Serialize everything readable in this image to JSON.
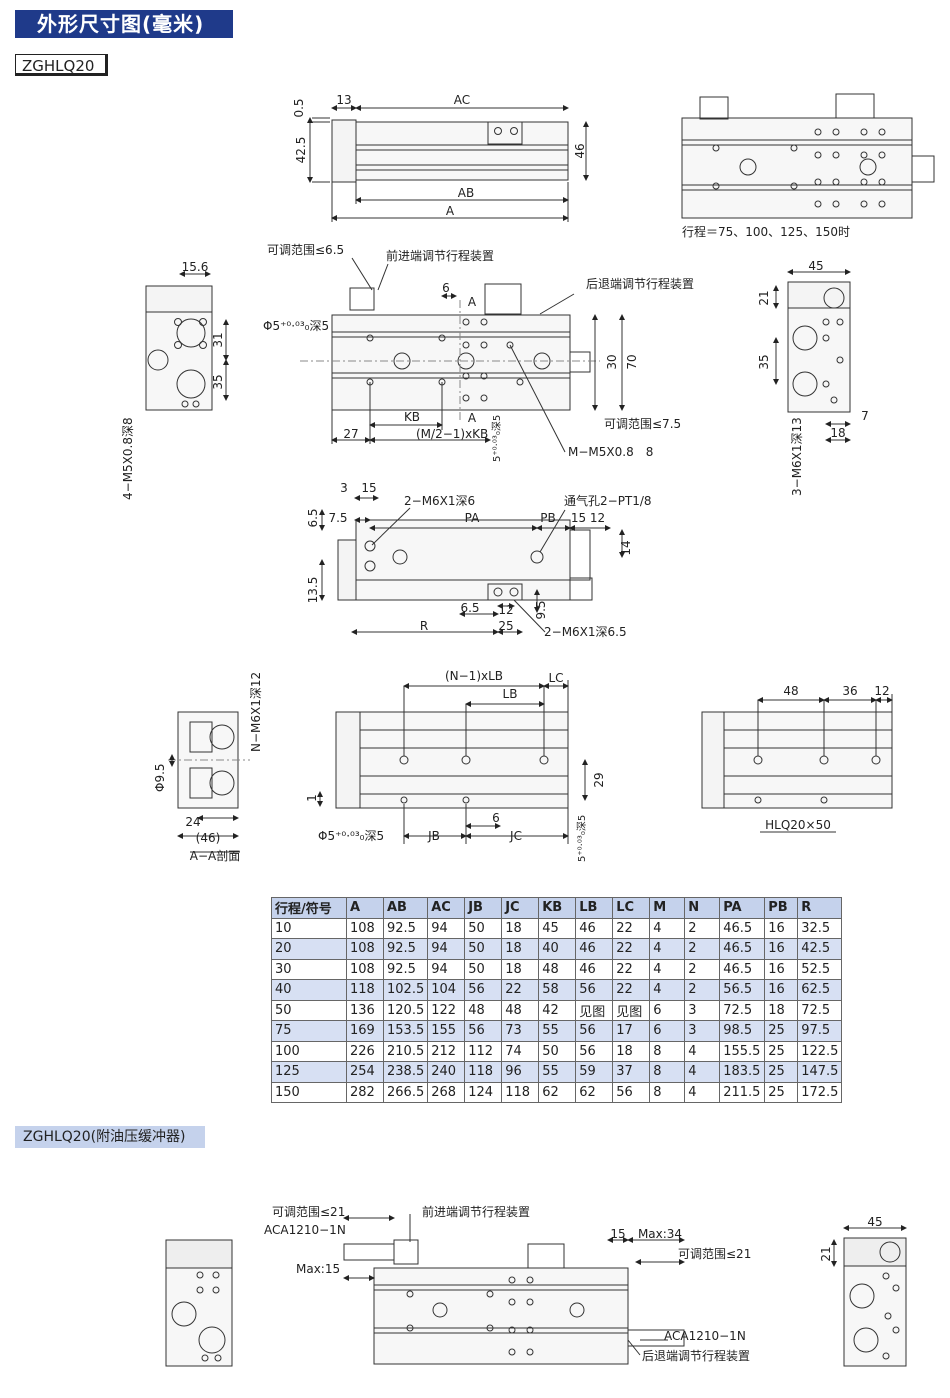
{
  "header": {
    "title": "外形尺寸图(毫米)",
    "model": "ZGHLQ20"
  },
  "section2": {
    "title": "ZGHLQ20(附油压缓冲器)"
  },
  "dims": {
    "top": {
      "d05": "0.5",
      "d13": "13",
      "ac": "AC",
      "d425": "42.5",
      "d46": "46",
      "ab": "AB",
      "a": "A",
      "note": "行程＝75、100、125、150时"
    },
    "mid": {
      "adj65": "可调范围≤6.5",
      "front": "前进端调节行程装置",
      "rear": "后退端调节行程装置",
      "d156": "15.6",
      "d6": "6",
      "aa1": "A",
      "aa2": "A",
      "hole": "Φ5⁺⁰·⁰³₀深5",
      "d31": "31",
      "d35": "35",
      "d30": "30",
      "d70": "70",
      "kb": "KB",
      "d27": "27",
      "mkb": "(M/2−1)xKB",
      "adj75": "可调范围≤7.5",
      "m5": "M−M5X0.8　8",
      "deep5": "5⁺⁰·⁰³₀深5",
      "m5s": "4−M5X0.8深8",
      "d45": "45",
      "d21": "21",
      "d35r": "35",
      "d7": "7",
      "d18": "18",
      "m6s": "3−M6X1深13"
    },
    "low": {
      "d3": "3",
      "d15": "15",
      "m6a": "2−M6X1深6",
      "vent": "通气孔2−PT1/8",
      "d65": "6.5",
      "d75": "7.5",
      "pa": "PA",
      "pb": "PB",
      "d1512": "15 12",
      "d14": "14",
      "d135": "13.5",
      "d65b": "6.5",
      "d12": "12",
      "d95": "9.5",
      "r": "R",
      "d25": "25",
      "m6b": "2−M6X1深6.5"
    },
    "bot": {
      "nlb": "(N−1)xLB",
      "lb": "LB",
      "lc": "LC",
      "nm6": "N−M6X1深12",
      "phi95": "Φ9.5",
      "d24": "24",
      "d46p": "(46)",
      "aa": "A−A剖面",
      "d1": "1",
      "hole": "Φ5⁺⁰·⁰³₀深5",
      "d6": "6",
      "jb": "JB",
      "jc": "JC",
      "d29": "29",
      "deep5": "5⁺⁰·⁰³₀深5",
      "d48": "48",
      "d36": "36",
      "d12": "12",
      "hlq": "HLQ20×50"
    },
    "buf": {
      "adj21": "可调范围≤21",
      "aca1": "ACA1210−1N",
      "front": "前进端调节行程装置",
      "max15": "Max:15",
      "d15": "15",
      "max34": "Max:34",
      "adj21b": "可调范围≤21",
      "aca2": "ACA1210−1N",
      "rear": "后退端调节行程装置",
      "d45": "45",
      "d21": "21"
    }
  },
  "table": {
    "headers": [
      "行程/符号",
      "A",
      "AB",
      "AC",
      "JB",
      "JC",
      "KB",
      "LB",
      "LC",
      "M",
      "N",
      "PA",
      "PB",
      "R"
    ],
    "rows": [
      [
        "10",
        "108",
        "92.5",
        "94",
        "50",
        "18",
        "45",
        "46",
        "22",
        "4",
        "2",
        "46.5",
        "16",
        "32.5"
      ],
      [
        "20",
        "108",
        "92.5",
        "94",
        "50",
        "18",
        "40",
        "46",
        "22",
        "4",
        "2",
        "46.5",
        "16",
        "42.5"
      ],
      [
        "30",
        "108",
        "92.5",
        "94",
        "50",
        "18",
        "48",
        "46",
        "22",
        "4",
        "2",
        "46.5",
        "16",
        "52.5"
      ],
      [
        "40",
        "118",
        "102.5",
        "104",
        "56",
        "22",
        "58",
        "56",
        "22",
        "4",
        "2",
        "56.5",
        "16",
        "62.5"
      ],
      [
        "50",
        "136",
        "120.5",
        "122",
        "48",
        "48",
        "42",
        "见图",
        "见图",
        "6",
        "3",
        "72.5",
        "18",
        "72.5"
      ],
      [
        "75",
        "169",
        "153.5",
        "155",
        "56",
        "73",
        "55",
        "56",
        "17",
        "6",
        "3",
        "98.5",
        "25",
        "97.5"
      ],
      [
        "100",
        "226",
        "210.5",
        "212",
        "112",
        "74",
        "50",
        "56",
        "18",
        "8",
        "4",
        "155.5",
        "25",
        "122.5"
      ],
      [
        "125",
        "254",
        "238.5",
        "240",
        "118",
        "96",
        "55",
        "59",
        "37",
        "8",
        "4",
        "183.5",
        "25",
        "147.5"
      ],
      [
        "150",
        "282",
        "266.5",
        "268",
        "124",
        "118",
        "62",
        "62",
        "56",
        "8",
        "4",
        "211.5",
        "25",
        "172.5"
      ]
    ]
  }
}
